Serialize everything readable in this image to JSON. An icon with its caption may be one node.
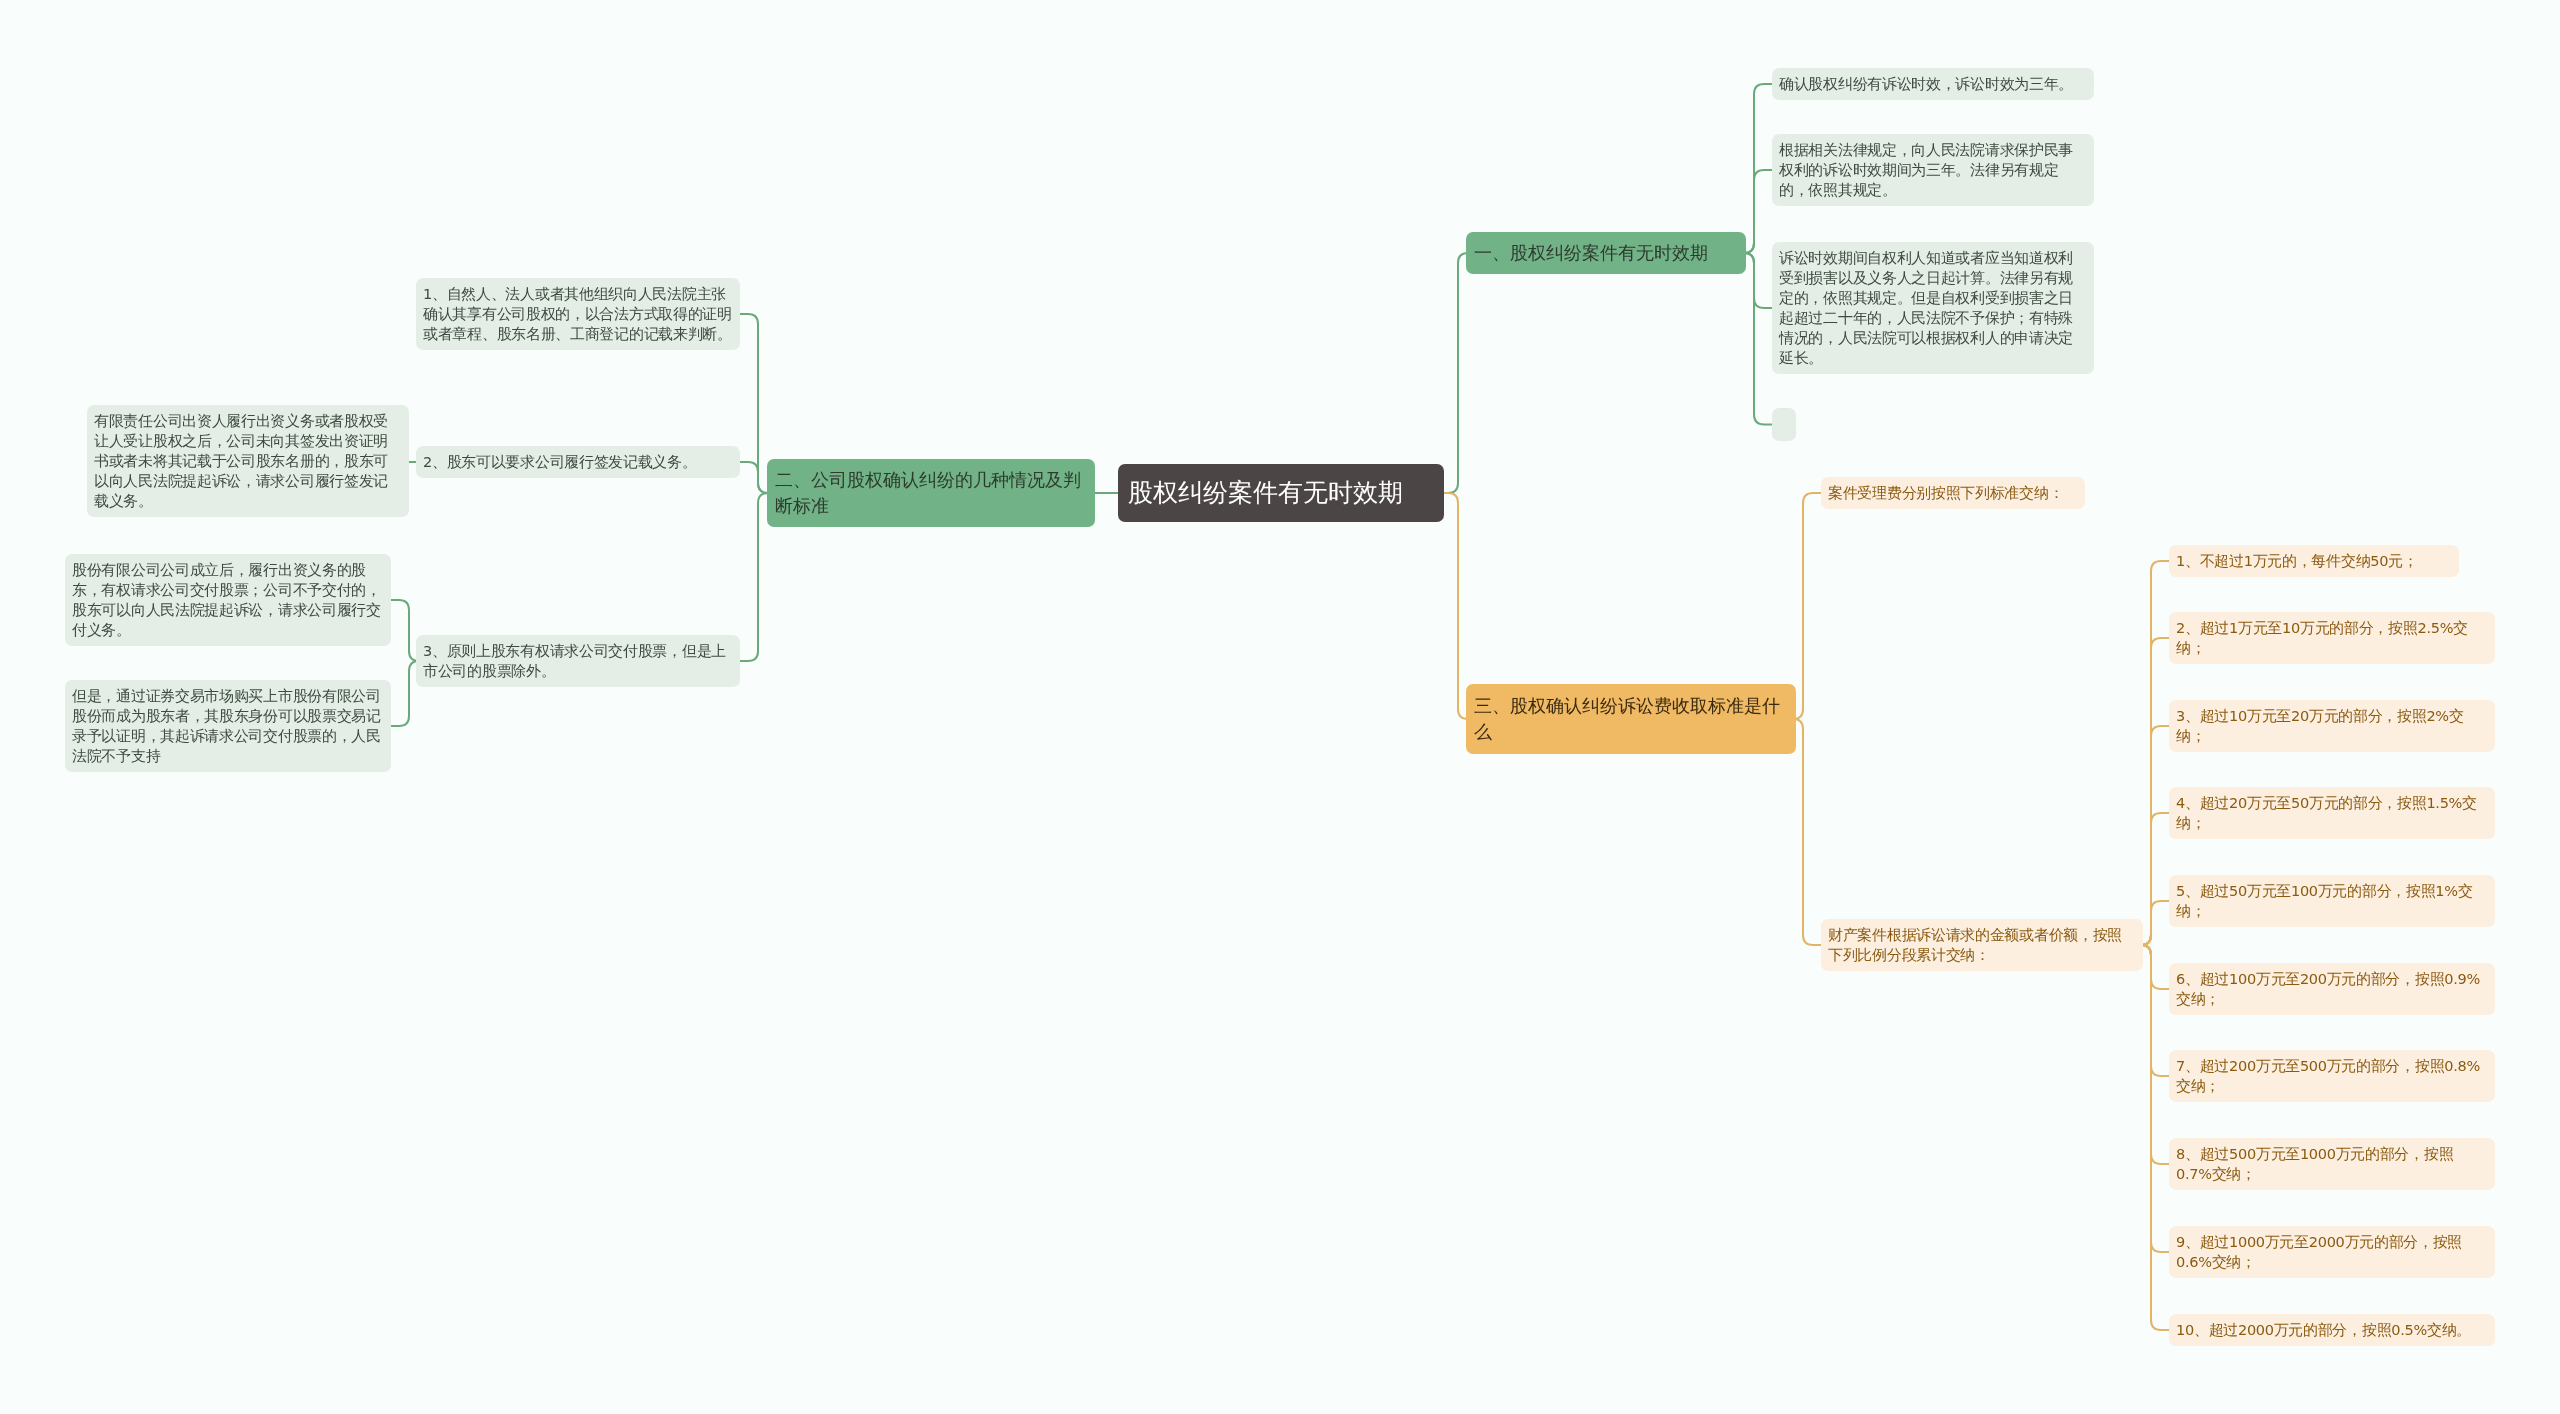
{
  "diagram": {
    "nodes": [
      {
        "text": [
          "股权纠纷案件有无时效期"
        ]
      },
      {
        "text": [
          "一、股权纠纷案件有无时效期"
        ]
      },
      {
        "text": [
          "确认股权纠纷有诉讼时效，诉讼时效为三年。"
        ]
      },
      {
        "text": [
          "根据相关法律规定，向人民法院请求保护民事权利的诉讼时效期间为三年。法律另有规定的，依照其规定。"
        ]
      },
      {
        "text": [
          "诉讼时效期间自权利人知道或者应当知道权利受到损害以及义务人之日起计算。法律另有规定的，依照其规定。但是自权利受到损害之日起超过二十年的，人民法院不予保护；有特殊情况的，人民法院可以根据权利人的申请决定延长。"
        ]
      },
      {
        "text": [],
        "shape": "box"
      },
      {
        "text": [
          "三、股权确认纠纷诉讼费收取标准是什么"
        ]
      },
      {
        "text": [
          "案件受理费分别按照下列标准交纳："
        ]
      },
      {
        "text": [
          "财产案件根据诉讼请求的金额或者价额，按照下列比例分段累计交纳："
        ]
      },
      {
        "text": [
          "1、不超过1万元的，每件交纳50元；"
        ]
      },
      {
        "text": [
          "2、超过1万元至10万元的部分，按照2.5%交纳；"
        ]
      },
      {
        "text": [
          "3、超过10万元至20万元的部分，按照2%交纳；"
        ]
      },
      {
        "text": [
          "4、超过20万元至50万元的部分，按照1.5%交纳；"
        ]
      },
      {
        "text": [
          "5、超过50万元至100万元的部分，按照1%交纳；"
        ]
      },
      {
        "text": [
          "6、超过100万元至200万元的部分，按照0.9%交纳；"
        ]
      },
      {
        "text": [
          "7、超过200万元至500万元的部分，按照0.8%交纳；"
        ]
      },
      {
        "text": [
          "8、超过500万元至1000万元的部分，按照0.7%交纳；"
        ]
      },
      {
        "text": [
          "9、超过1000万元至2000万元的部分，按照0.6%交纳；"
        ]
      },
      {
        "text": [
          "10、超过2000万元的部分，按照0.5%交纳。"
        ]
      },
      {
        "text": [
          "二、公司股权确认纠纷的几种情况及判断标准"
        ]
      },
      {
        "text": [
          "1、自然人、法人或者其他组织向人民法院主张确认其享有公司股权的，以合法方式取得的证明或者章程、股东名册、工商登记的记载来判断。"
        ]
      },
      {
        "text": [
          "2、股东可以要求公司履行签发记载义务。"
        ]
      },
      {
        "text": [
          "有限责任公司出资人履行出资义务或者股权受让人受让股权之后，公司未向其签发出资证明书或者未将其记载于公司股东名册的，股东可以向人民法院提起诉讼，请求公司履行签发记载义务。"
        ]
      },
      {
        "text": [
          "3、原则上股东有权请求公司交付股票，但是上市公司的股票除外。"
        ]
      },
      {
        "text": [
          "股份有限公司公司成立后，履行出资义务的股东，有权请求公司交付股票；公司不予交付的，股东可以向人民法院提起诉讼，请求公司履行交付义务。"
        ]
      },
      {
        "text": [
          "但是，通过证券交易市场购买上市股份有限公司股份而成为股东者，其股东身份可以股票交易记录予以证明，其起诉请求公司交付股票的，人民法院不予支持"
        ]
      }
    ],
    "edges": [
      {
        "from": 0,
        "to": 1,
        "arrow": "none",
        "color": "#6aa97b"
      },
      {
        "from": 1,
        "to": 2,
        "arrow": "none",
        "color": "#6aa97b"
      },
      {
        "from": 1,
        "to": 3,
        "arrow": "none",
        "color": "#6aa97b"
      },
      {
        "from": 1,
        "to": 4,
        "arrow": "none",
        "color": "#6aa97b"
      },
      {
        "from": 1,
        "to": 5,
        "arrow": "none",
        "color": "#6aa97b"
      },
      {
        "from": 0,
        "to": 6,
        "arrow": "none"
      },
      {
        "from": 6,
        "to": 7,
        "arrow": "none"
      },
      {
        "from": 6,
        "to": 8,
        "arrow": "none"
      },
      {
        "from": 8,
        "to": 9,
        "arrow": "none"
      },
      {
        "from": 8,
        "to": 10,
        "arrow": "none"
      },
      {
        "from": 8,
        "to": 11,
        "arrow": "none"
      },
      {
        "from": 8,
        "to": 12,
        "arrow": "none"
      },
      {
        "from": 8,
        "to": 13,
        "arrow": "none"
      },
      {
        "from": 8,
        "to": 14,
        "arrow": "none"
      },
      {
        "from": 8,
        "to": 15,
        "arrow": "none"
      },
      {
        "from": 8,
        "to": 16,
        "arrow": "none"
      },
      {
        "from": 8,
        "to": 17,
        "arrow": "none"
      },
      {
        "from": 8,
        "to": 18,
        "arrow": "none"
      },
      {
        "from": 0,
        "to": 19,
        "arrow": "none",
        "color": "#6aa97b"
      },
      {
        "from": 19,
        "to": 20,
        "arrow": "none",
        "color": "#6aa97b"
      },
      {
        "from": 19,
        "to": 21,
        "arrow": "none",
        "color": "#6aa97b"
      },
      {
        "from": 19,
        "to": 23,
        "arrow": "none",
        "color": "#6aa97b"
      },
      {
        "from": 21,
        "to": 22,
        "arrow": "none",
        "color": "#6aa97b"
      },
      {
        "from": 23,
        "to": 24,
        "arrow": "none",
        "color": "#6aa97b"
      },
      {
        "from": 23,
        "to": 25,
        "arrow": "none",
        "color": "#6aa97b"
      }
    ]
  }
}
